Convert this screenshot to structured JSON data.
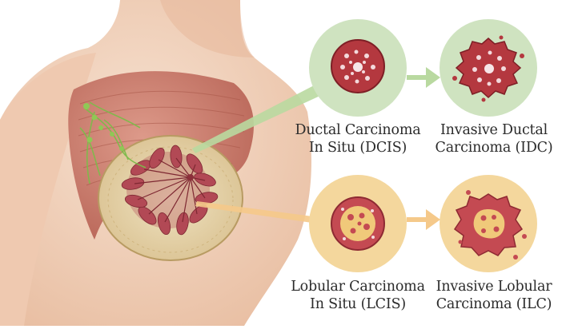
{
  "figure": {
    "subject": "female chest anatomy with breast ducts, lobules and lymph nodes",
    "colors": {
      "skin": "#f1d3bd",
      "muscle": "#cf7f70",
      "tissue": "#e7d7ae",
      "lobule": "#a8404a",
      "lymph": "#7dbb4a",
      "ductal_panel": "#cfe3c0",
      "lobular_panel": "#f4d79d",
      "ductal_arrow": "#b9d9a0",
      "lobular_arrow": "#f5c98a",
      "cell": "#b4383f"
    }
  },
  "stages": [
    {
      "id": "dcis",
      "group": "ductal",
      "invasive": false,
      "label_line1": "Ductal Carcinoma",
      "label_line2": "In Situ (DCIS)"
    },
    {
      "id": "idc",
      "group": "ductal",
      "invasive": true,
      "label_line1": "Invasive Ductal",
      "label_line2": "Carcinoma (IDC)"
    },
    {
      "id": "lcis",
      "group": "lobular",
      "invasive": false,
      "label_line1": "Lobular Carcinoma",
      "label_line2": "In Situ (LCIS)"
    },
    {
      "id": "ilc",
      "group": "lobular",
      "invasive": true,
      "label_line1": "Invasive Lobular",
      "label_line2": "Carcinoma (ILC)"
    }
  ]
}
